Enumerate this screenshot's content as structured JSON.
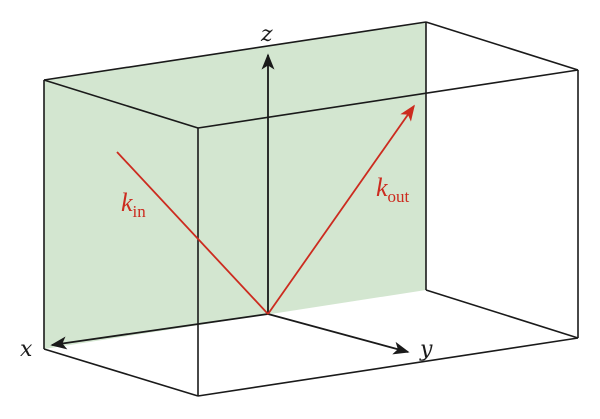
{
  "colors": {
    "plane_fill": "#d3e6d0",
    "box_edges": "#1a1a1a",
    "axes": "#1a1a1a",
    "wave_vectors": "#cc2b1f"
  },
  "axes": {
    "x": "x",
    "y": "y",
    "z": "z"
  },
  "vectors": {
    "k_in": {
      "symbol": "k",
      "subscript": "in"
    },
    "k_out": {
      "symbol": "k",
      "subscript": "out"
    }
  }
}
